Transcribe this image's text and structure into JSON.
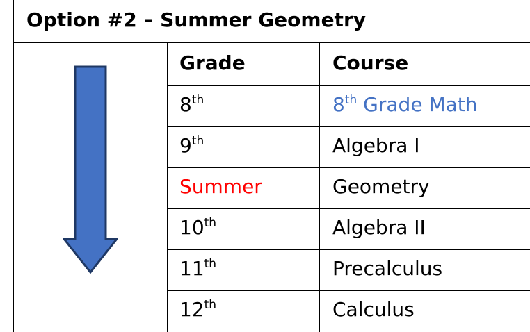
{
  "title": "Option #2 – Summer Geometry",
  "table": {
    "headers": {
      "grade": "Grade",
      "course": "Course"
    },
    "rows": [
      {
        "grade_base": "8",
        "grade_sup": "th",
        "course_base": "",
        "course_sup": "",
        "course_rest": "",
        "course_marked": {
          "base": "8",
          "sup": "th",
          "rest": " Grade Math"
        }
      },
      {
        "grade_base": "9",
        "grade_sup": "th",
        "course": "Algebra I"
      },
      {
        "grade_text": "Summer",
        "course": "Geometry"
      },
      {
        "grade_base": "10",
        "grade_sup": "th",
        "course": "Algebra II"
      },
      {
        "grade_base": "11",
        "grade_sup": "th",
        "course": "Precalculus"
      },
      {
        "grade_base": "12",
        "grade_sup": "th",
        "course": "Calculus"
      }
    ]
  },
  "colors": {
    "arrow_fill": "#4472c4",
    "arrow_stroke": "#1f3864",
    "highlight_red": "#ff0000",
    "highlight_blue": "#4472c4"
  },
  "icons": {
    "arrow": "down-arrow-icon"
  }
}
